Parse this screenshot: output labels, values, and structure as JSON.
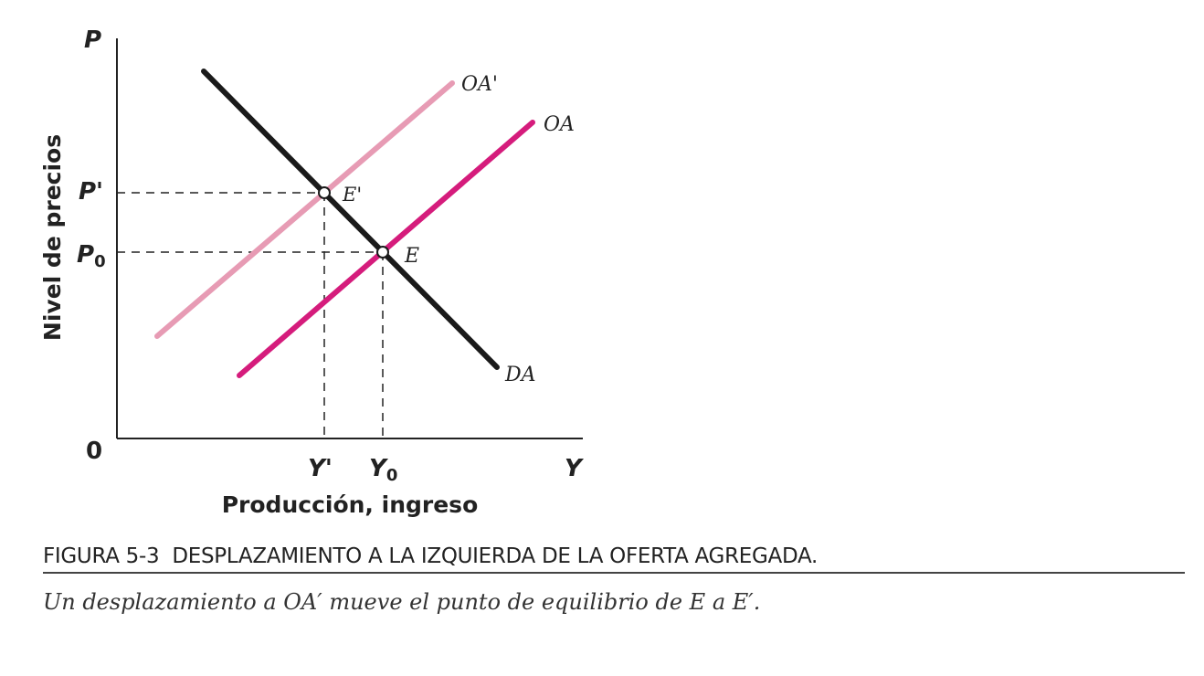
{
  "axes": {
    "y_label": "Nivel de precios",
    "x_label": "Producción, ingreso",
    "y_axis_letter": "P",
    "x_axis_letter": "Y",
    "origin": "0"
  },
  "ticks": {
    "p_prime": "P'",
    "p0_main": "P",
    "p0_sub": "0",
    "y_prime": "Y'",
    "y0_main": "Y",
    "y0_sub": "0"
  },
  "curves": {
    "oa_prime": {
      "label": "OA'",
      "color": "#e79bb4"
    },
    "oa": {
      "label": "OA",
      "color": "#d51c7c"
    },
    "da": {
      "label": "DA",
      "color": "#1a1a1a"
    }
  },
  "points": {
    "e_prime": "E'",
    "e": "E"
  },
  "caption": {
    "figure_number": "FIGURA 5-3",
    "title": "DESPLAZAMIENTO A LA IZQUIERDA DE LA OFERTA AGREGADA.",
    "description": "Un desplazamiento a OA′ mueve el punto de equilibrio de E a E′."
  }
}
